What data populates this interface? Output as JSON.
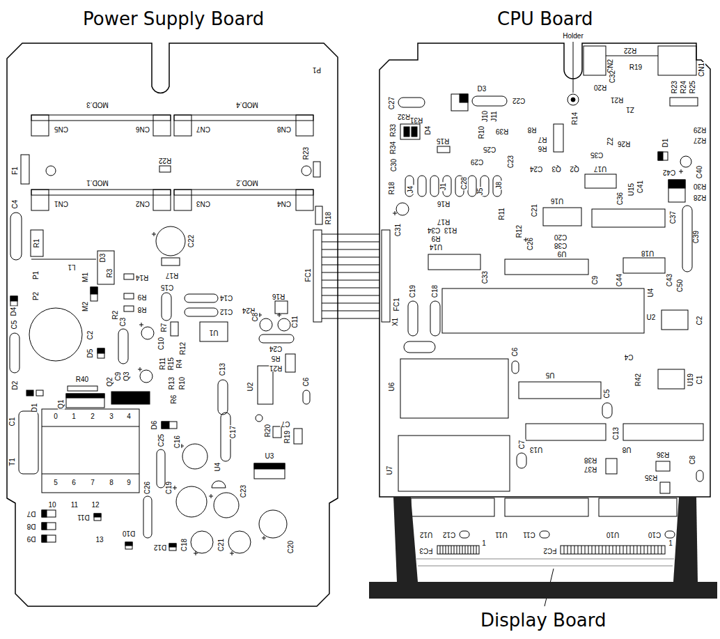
{
  "diagram": {
    "nodes": [
      {
        "text": [
          "Power Supply Board"
        ]
      },
      {
        "text": [
          "CPU Board"
        ]
      },
      {
        "text": [
          "Display Board"
        ]
      }
    ],
    "edges": [
      {
        "from": 0,
        "to": 1,
        "arrow": "none"
      }
    ],
    "labels": [
      "MOD.3",
      "MOD.4",
      "P1",
      "CN5",
      "CN6",
      "CN7",
      "CN8",
      "F1",
      "R23",
      "R22",
      "MOD.1",
      "MOD.2",
      "CN1",
      "CN2",
      "CN3",
      "CN4",
      "R18",
      "C4",
      "R1",
      "L1",
      "D3",
      "R3",
      "M1",
      "P1",
      "R14",
      "R17",
      "C15",
      "C14",
      "P2",
      "M2",
      "R9",
      "R8",
      "C12",
      "R24",
      "R16",
      "FC1",
      "D4",
      "R2",
      "C3",
      "C2",
      "D5",
      "U1",
      "C8",
      "R7",
      "C10",
      "C11",
      "C24",
      "R5",
      "R21",
      "R12",
      "C5",
      "C9",
      "Q3",
      "R11",
      "R15",
      "R4",
      "C13",
      "U2",
      "C6",
      "D2",
      "R40",
      "Q2",
      "D1",
      "Q1",
      "R13",
      "R10",
      "R6",
      "D6",
      "C7",
      "C17",
      "R20",
      "R19",
      "C1",
      "T1",
      "0",
      "1",
      "2",
      "3",
      "4",
      "5",
      "6",
      "7",
      "8",
      "9",
      "C16",
      "C25",
      "U4",
      "C23",
      "C26",
      "C19",
      "U3",
      "10",
      "11",
      "12",
      "13",
      "D7",
      "D8",
      "D9",
      "D11",
      "D10",
      "D12",
      "C18",
      "C21",
      "C20",
      "C22",
      "Holder",
      "CN2",
      "R22",
      "CN1",
      "C27",
      "D3",
      "C22",
      "C32",
      "R19",
      "R20",
      "R23",
      "R24",
      "R25",
      "Z1",
      "R21",
      "R32",
      "R31",
      "J10",
      "J11",
      "R33",
      "R14",
      "R10",
      "R39",
      "R8",
      "R29",
      "R27",
      "R26",
      "Z2",
      "D1",
      "R15",
      "R34",
      "D4",
      "C25",
      "R7",
      "R6",
      "C35",
      "C30",
      "C23",
      "C24",
      "Q3",
      "Q2",
      "U17",
      "C42",
      "C40",
      "C29",
      "R30",
      "R28",
      "J4",
      "J1",
      "C28",
      "J5",
      "J8",
      "U15",
      "C41",
      "C36",
      "R18",
      "R16",
      "U16",
      "C21",
      "R11",
      "R17",
      "R13",
      "R12",
      "C37",
      "C31",
      "C34",
      "R9",
      "U14",
      "C26",
      "C20",
      "C38",
      "U9",
      "C39",
      "C33",
      "U18",
      "C9",
      "C44",
      "C43",
      "C50",
      "FC1",
      "C19",
      "C18",
      "U4",
      "X1",
      "U2",
      "C2",
      "U6",
      "C6",
      "C4",
      "U5",
      "R42",
      "C1",
      "U19",
      "C5",
      "C7",
      "C13",
      "U13",
      "U8",
      "R36",
      "R38",
      "R37",
      "R35",
      "C8",
      "U7",
      "U12",
      "C12",
      "U11",
      "C11",
      "U10",
      "C10",
      "FC3",
      "1",
      "FC2",
      "1"
    ]
  }
}
